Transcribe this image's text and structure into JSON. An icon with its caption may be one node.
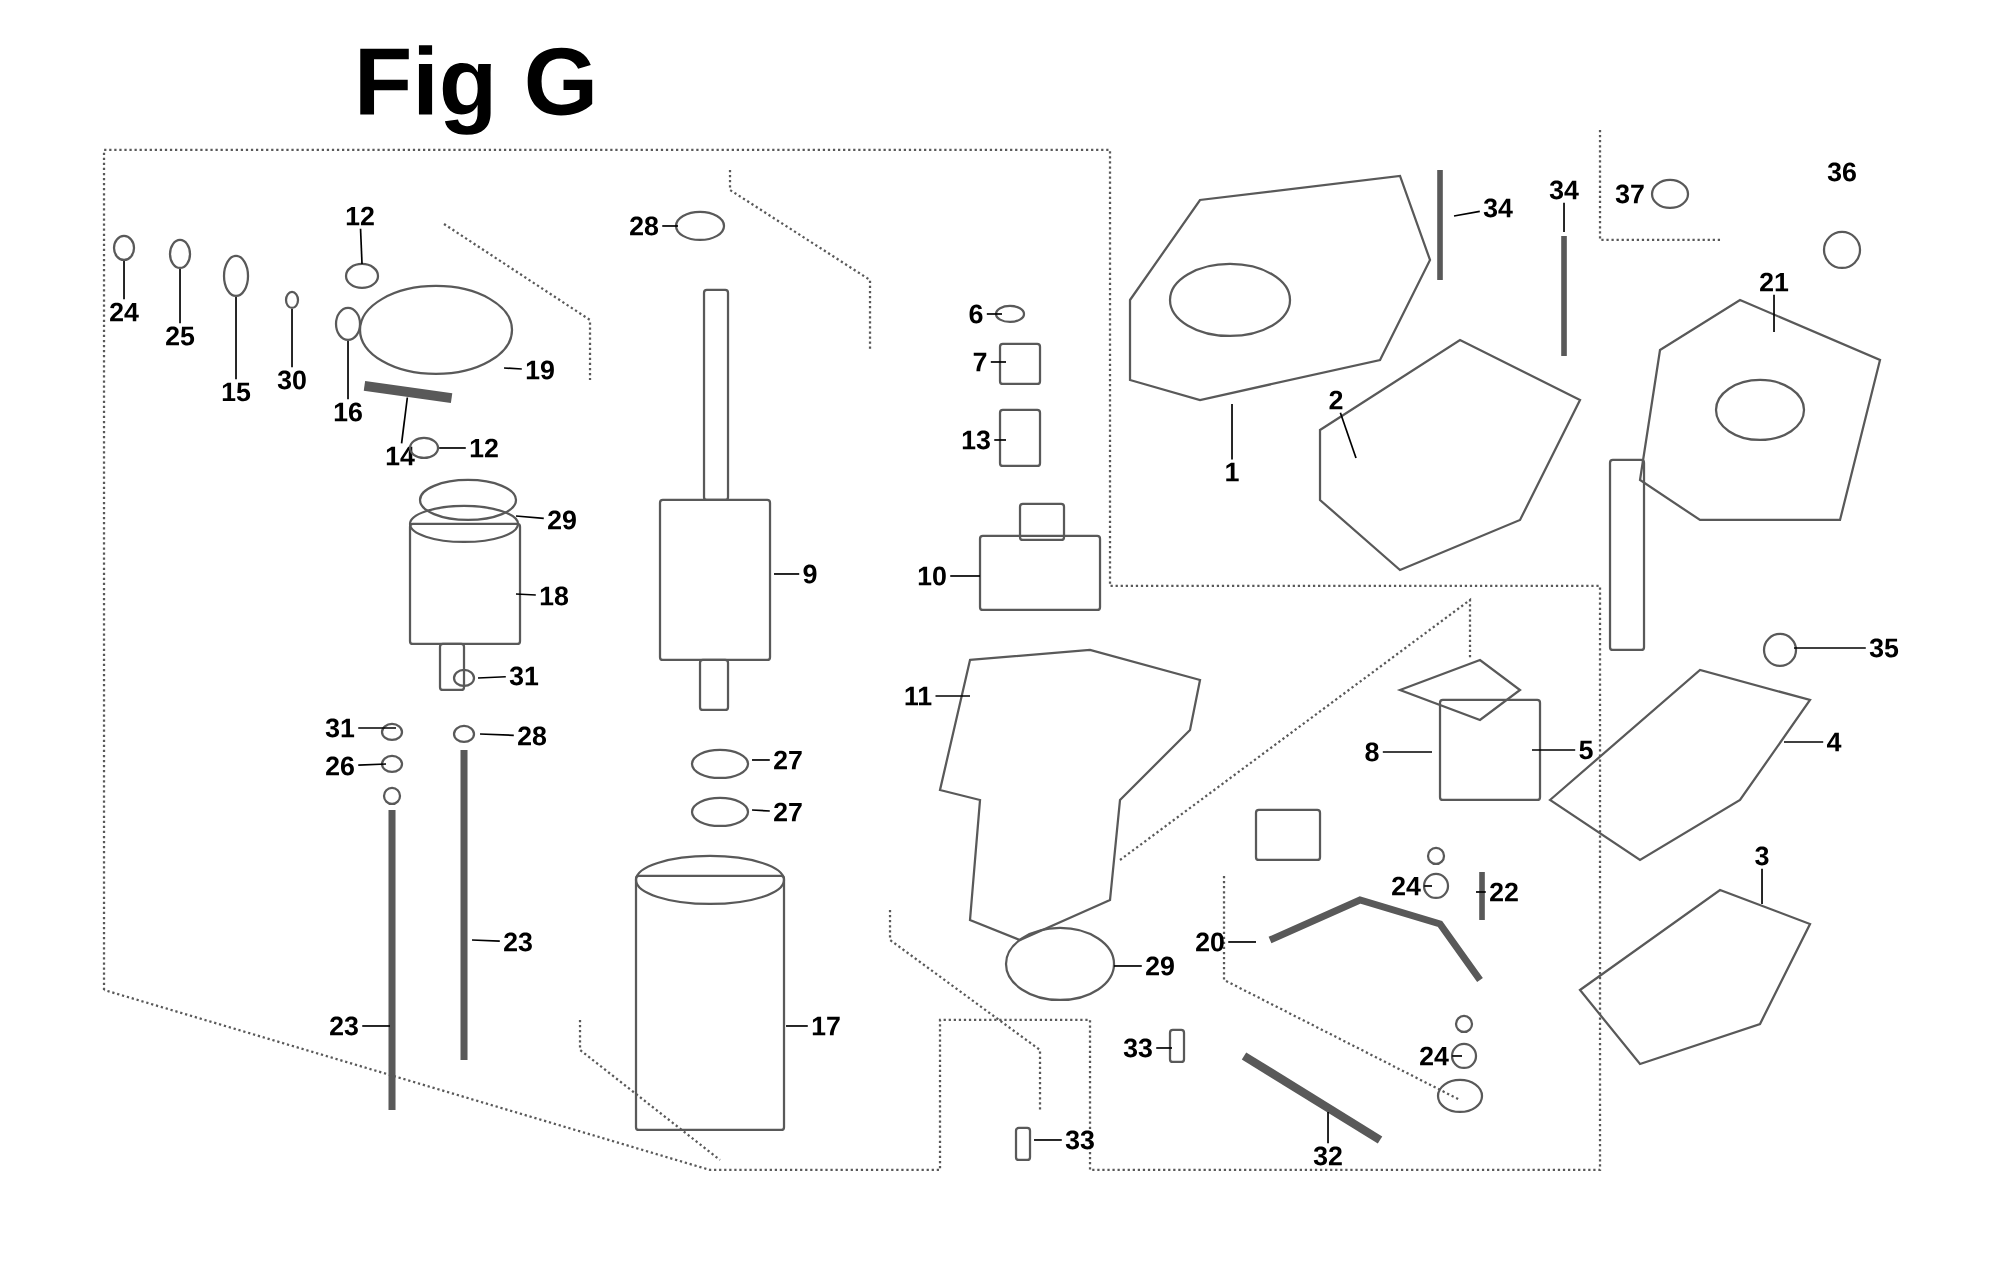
{
  "diagram": {
    "title": "Fig G",
    "nodes": [
      {
        "text": [
          "12"
        ]
      },
      {
        "text": [
          "24"
        ]
      },
      {
        "text": [
          "25"
        ]
      },
      {
        "text": [
          "15"
        ]
      },
      {
        "text": [
          "30"
        ]
      },
      {
        "text": [
          "16"
        ]
      },
      {
        "text": [
          "14"
        ]
      },
      {
        "text": [
          "19"
        ]
      },
      {
        "text": [
          "12"
        ]
      },
      {
        "text": [
          "29"
        ]
      },
      {
        "text": [
          "18"
        ]
      },
      {
        "text": [
          "31"
        ]
      },
      {
        "text": [
          "26"
        ]
      },
      {
        "text": [
          "31"
        ]
      },
      {
        "text": [
          "28"
        ]
      },
      {
        "text": [
          "23"
        ]
      },
      {
        "text": [
          "23"
        ]
      },
      {
        "text": [
          "28"
        ]
      },
      {
        "text": [
          "9"
        ]
      },
      {
        "text": [
          "27"
        ]
      },
      {
        "text": [
          "27"
        ]
      },
      {
        "text": [
          "17"
        ]
      },
      {
        "text": [
          "6"
        ]
      },
      {
        "text": [
          "7"
        ]
      },
      {
        "text": [
          "13"
        ]
      },
      {
        "text": [
          "10"
        ]
      },
      {
        "text": [
          "11"
        ]
      },
      {
        "text": [
          "29"
        ]
      },
      {
        "text": [
          "33"
        ]
      },
      {
        "text": [
          "33"
        ]
      },
      {
        "text": [
          "32"
        ]
      },
      {
        "text": [
          "24"
        ]
      },
      {
        "text": [
          "22"
        ]
      },
      {
        "text": [
          "20"
        ]
      },
      {
        "text": [
          "24"
        ]
      },
      {
        "text": [
          "8"
        ]
      },
      {
        "text": [
          "5"
        ]
      },
      {
        "text": [
          "35"
        ]
      },
      {
        "text": [
          "4"
        ]
      },
      {
        "text": [
          "3"
        ]
      },
      {
        "text": [
          "1"
        ]
      },
      {
        "text": [
          "2"
        ]
      },
      {
        "text": [
          "34"
        ]
      },
      {
        "text": [
          "34"
        ]
      },
      {
        "text": [
          "21"
        ]
      },
      {
        "text": [],
        "shape": "circle"
      },
      {
        "text": [],
        "shape": "circle"
      },
      {
        "text": [],
        "shape": "circle"
      },
      {
        "text": [],
        "shape": "circle"
      },
      {
        "text": [],
        "shape": "circle"
      },
      {
        "text": [],
        "shape": "bar"
      },
      {
        "text": [],
        "shape": "circle"
      }
    ],
    "edges": [
      {
        "from": 0,
        "to": null,
        "arrow": "none"
      },
      {
        "from": 1,
        "to": 45,
        "arrow": "none"
      },
      {
        "from": 2,
        "to": 46,
        "arrow": "none"
      },
      {
        "from": 3,
        "to": 47,
        "arrow": "none"
      },
      {
        "from": 4,
        "to": 48,
        "arrow": "none"
      },
      {
        "from": 5,
        "to": 49,
        "arrow": "none"
      },
      {
        "from": 6,
        "to": 50,
        "arrow": "none"
      },
      {
        "from": 7,
        "to": null,
        "arrow": "none"
      },
      {
        "from": 8,
        "to": 51,
        "arrow": "none"
      },
      {
        "from": 9,
        "to": null,
        "arrow": "none"
      },
      {
        "from": 10,
        "to": null,
        "arrow": "none"
      },
      {
        "from": 11,
        "to": null,
        "arrow": "none"
      },
      {
        "from": 12,
        "to": null,
        "arrow": "none"
      },
      {
        "from": 13,
        "to": null,
        "arrow": "none"
      },
      {
        "from": 14,
        "to": null,
        "arrow": "none"
      },
      {
        "from": 15,
        "to": null,
        "arrow": "none"
      },
      {
        "from": 16,
        "to": null,
        "arrow": "none"
      },
      {
        "from": 17,
        "to": null,
        "arrow": "none"
      },
      {
        "from": 18,
        "to": null,
        "arrow": "none"
      },
      {
        "from": 19,
        "to": null,
        "arrow": "none"
      },
      {
        "from": 20,
        "to": null,
        "arrow": "none"
      },
      {
        "from": 21,
        "to": null,
        "arrow": "none"
      },
      {
        "from": 22,
        "to": null,
        "arrow": "none"
      },
      {
        "from": 23,
        "to": null,
        "arrow": "none"
      },
      {
        "from": 24,
        "to": null,
        "arrow": "none"
      },
      {
        "from": 25,
        "to": null,
        "arrow": "none"
      },
      {
        "from": 26,
        "to": null,
        "arrow": "none"
      },
      {
        "from": 27,
        "to": null,
        "arrow": "none"
      },
      {
        "from": 28,
        "to": null,
        "arrow": "none"
      },
      {
        "from": 29,
        "to": null,
        "arrow": "none"
      },
      {
        "from": 30,
        "to": null,
        "arrow": "none"
      },
      {
        "from": 31,
        "to": null,
        "arrow": "none"
      },
      {
        "from": 32,
        "to": null,
        "arrow": "none"
      },
      {
        "from": 33,
        "to": null,
        "arrow": "none"
      },
      {
        "from": 34,
        "to": null,
        "arrow": "none"
      },
      {
        "from": 35,
        "to": null,
        "arrow": "none"
      },
      {
        "from": 36,
        "to": null,
        "arrow": "none"
      },
      {
        "from": 37,
        "to": null,
        "arrow": "none"
      },
      {
        "from": 38,
        "to": null,
        "arrow": "none"
      },
      {
        "from": 39,
        "to": null,
        "arrow": "none"
      },
      {
        "from": 40,
        "to": null,
        "arrow": "none"
      },
      {
        "from": 41,
        "to": null,
        "arrow": "none"
      },
      {
        "from": 42,
        "to": null,
        "arrow": "none"
      },
      {
        "from": 43,
        "to": null,
        "arrow": "none"
      },
      {
        "from": 44,
        "to": null,
        "arrow": "none"
      }
    ],
    "labels": [
      "37",
      "36"
    ]
  }
}
